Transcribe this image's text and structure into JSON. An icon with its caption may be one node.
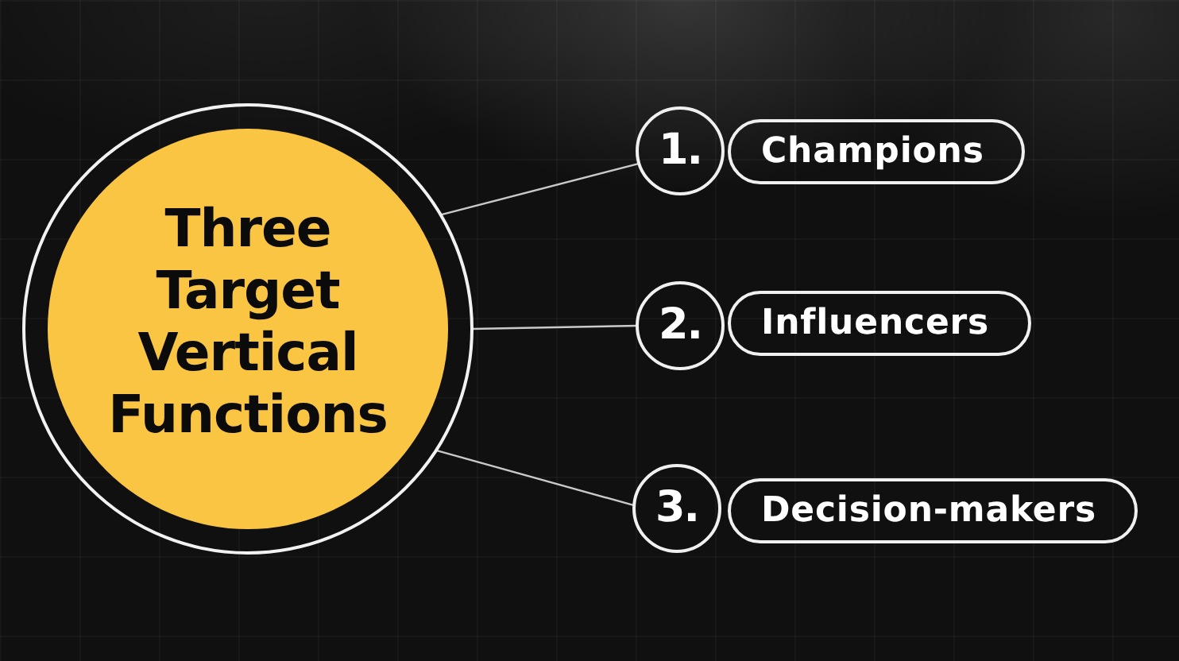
{
  "diagram": {
    "nodes": [
      {
        "text": [
          "Three Target Vertical Functions"
        ]
      },
      {
        "text": [
          "1."
        ]
      },
      {
        "text": [
          "Champions"
        ]
      },
      {
        "text": [
          "2."
        ]
      },
      {
        "text": [
          "Influencers"
        ]
      },
      {
        "text": [
          "3."
        ]
      },
      {
        "text": [
          "Decision-makers"
        ]
      }
    ],
    "edges": [
      {
        "from": 0,
        "to": 1,
        "arrow": "none"
      },
      {
        "from": 0,
        "to": 3,
        "arrow": "none"
      },
      {
        "from": 0,
        "to": 5,
        "arrow": "none"
      }
    ]
  }
}
